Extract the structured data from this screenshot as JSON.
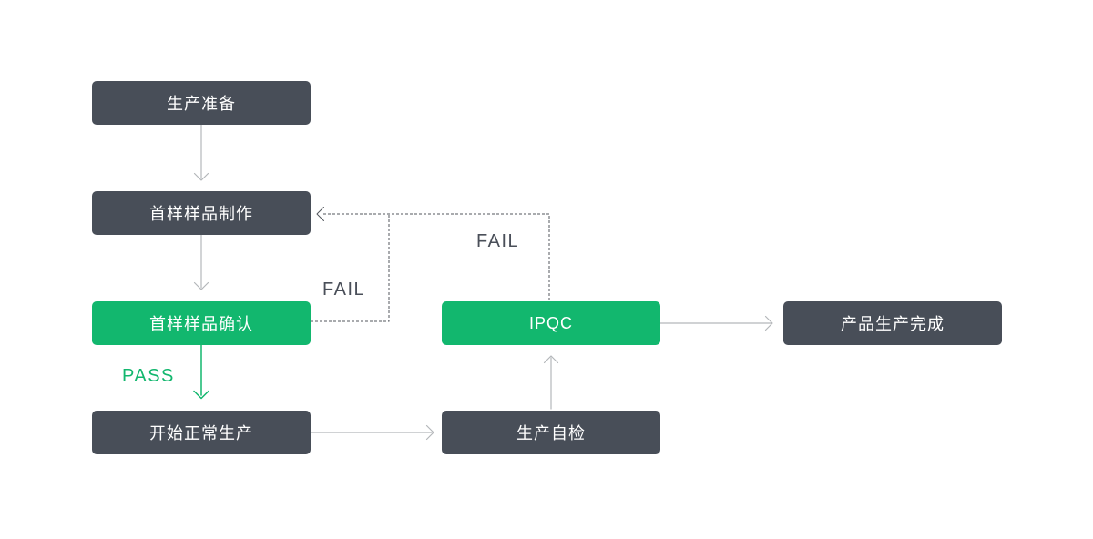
{
  "diagram": {
    "title": "production-process-flowchart",
    "nodes": {
      "prep": {
        "label": "生产准备"
      },
      "making": {
        "label": "首样样品制作"
      },
      "confirm": {
        "label": "首样样品确认"
      },
      "normal": {
        "label": "开始正常生产"
      },
      "self_check": {
        "label": "生产自检"
      },
      "ipqc": {
        "label": "IPQC"
      },
      "complete": {
        "label": "产品生产完成"
      }
    },
    "edge_labels": {
      "pass": "PASS",
      "fail_left": "FAIL",
      "fail_top": "FAIL"
    },
    "colors": {
      "node_dark": "#484e58",
      "node_green": "#12b76e",
      "node_text": "#ffffff",
      "arrow_gray": "#b4b7ba",
      "arrow_green": "#12b76e",
      "dash_dark": "#53575e",
      "fail_text": "#4a4f59",
      "background": "#ffffff"
    }
  }
}
